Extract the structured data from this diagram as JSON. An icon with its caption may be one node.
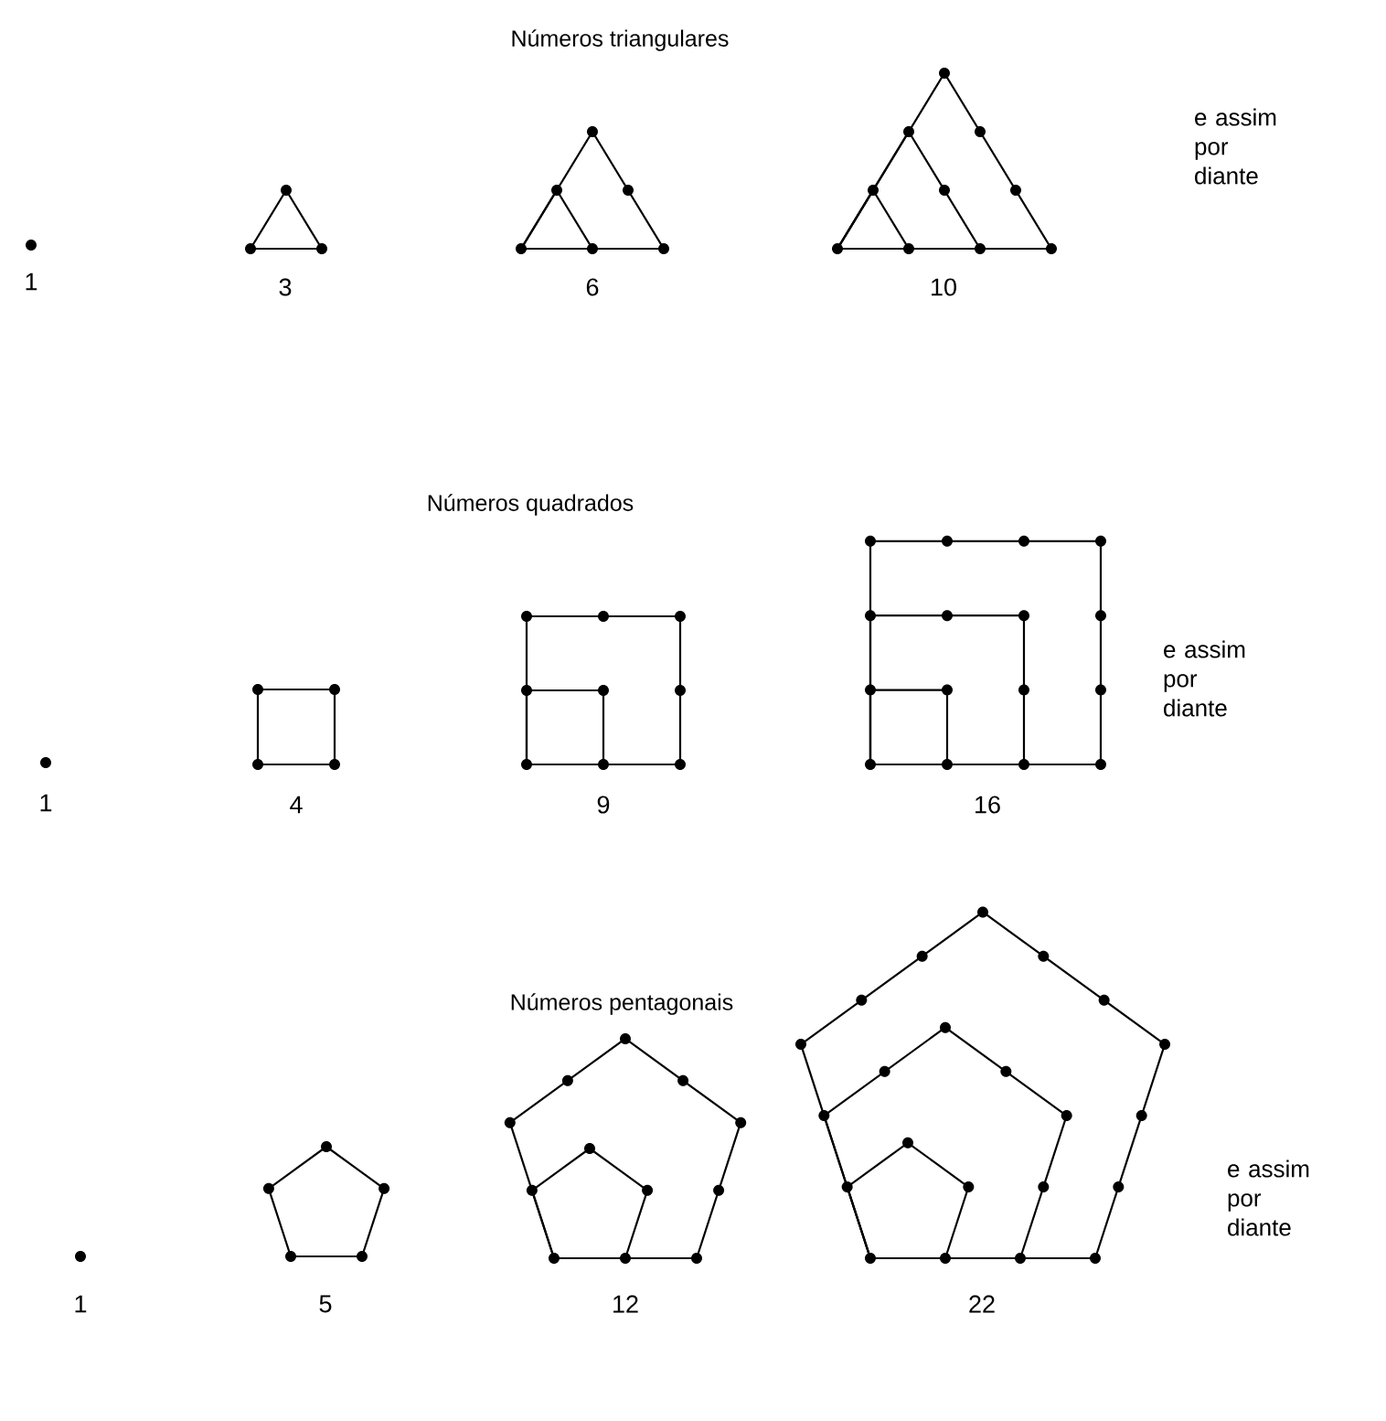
{
  "diagram": {
    "labels": [
      "Números triangulares",
      "e assim por diante",
      "1",
      "3",
      "6",
      "10",
      "Números quadrados",
      "e assim por diante",
      "1",
      "4",
      "9",
      "16",
      "Números pentagonais",
      "e assim por diante",
      "1",
      "5",
      "12",
      "22"
    ]
  }
}
